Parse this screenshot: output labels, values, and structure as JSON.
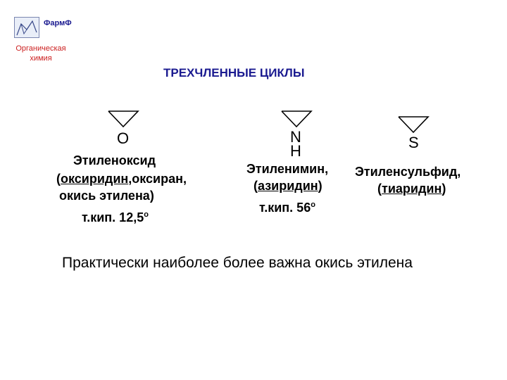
{
  "header": {
    "logo_text": "ФармФ",
    "subject_line1": "Органическая",
    "subject_line2": "химия"
  },
  "title": "ТРЕХЧЛЕННЫЕ ЦИКЛЫ",
  "compounds": [
    {
      "atom": "O",
      "name": "Этиленоксид",
      "paren_open": "(",
      "alias_underlined": "оксиридин",
      "alias_rest": ",оксиран,",
      "alias_line2": "окись этилена)",
      "bp_label": "т.кип. 12,5",
      "bp_sup": "о"
    },
    {
      "atom_top": "N",
      "atom_bottom": "H",
      "name": "Этиленимин,",
      "alias_paren_open": "(",
      "alias_underlined": "азиридин",
      "alias_paren_close": ")",
      "bp_label": "т.кип. 56",
      "bp_sup": "о"
    },
    {
      "atom": "S",
      "name": "Этиленсульфид,",
      "alias_paren_open": "(",
      "alias_underlined": "тиаридин",
      "alias_paren_close": ")"
    }
  ],
  "conclusion": "Практически наиболее более важна окись этилена",
  "colors": {
    "title": "#1a1a90",
    "subject": "#cc2020",
    "logo_text": "#1a1a90"
  }
}
